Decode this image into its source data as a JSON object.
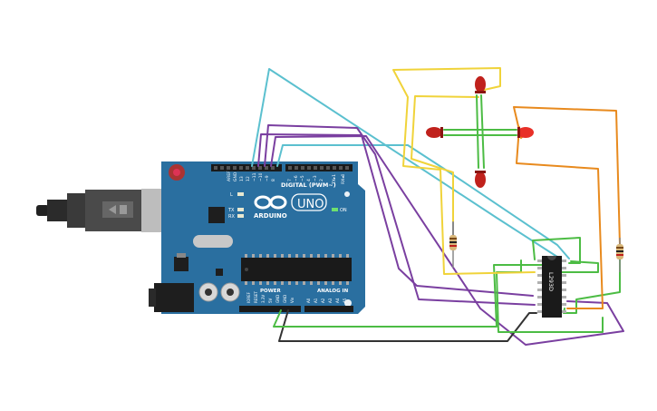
{
  "board": {
    "aref": "AREF",
    "gnd_top": "GND",
    "pins_digital": [
      "13",
      "12",
      "~11",
      "~10",
      "~9",
      "8",
      "7",
      "~6",
      "~5",
      "4",
      "~3",
      "2",
      "TX▸1",
      "RX◂0"
    ],
    "digital_label": "DIGITAL (PWM~)",
    "led_l": "L",
    "led_tx": "TX",
    "led_rx": "RX",
    "on_label": "ON",
    "brand": "ARDUINO",
    "model": "UNO",
    "power_label": "POWER",
    "analog_label": "ANALOG IN",
    "power_pins": [
      "IOREF",
      "RESET",
      "3.3V",
      "5V",
      "GND",
      "GND",
      "Vin"
    ],
    "analog_pins": [
      "A0",
      "A1",
      "A2",
      "A3",
      "A4",
      "A5"
    ]
  },
  "chip": {
    "label": "L293D"
  },
  "colors": {
    "board": "#2a6fa0",
    "cyan_wire": "#5bc0cf",
    "purple_wire": "#7a3fa0",
    "yellow_wire": "#f0d33a",
    "green_wire": "#4cbc44",
    "orange_wire": "#e88a1e",
    "black_wire": "#333333",
    "led_red": "#c0211c"
  }
}
